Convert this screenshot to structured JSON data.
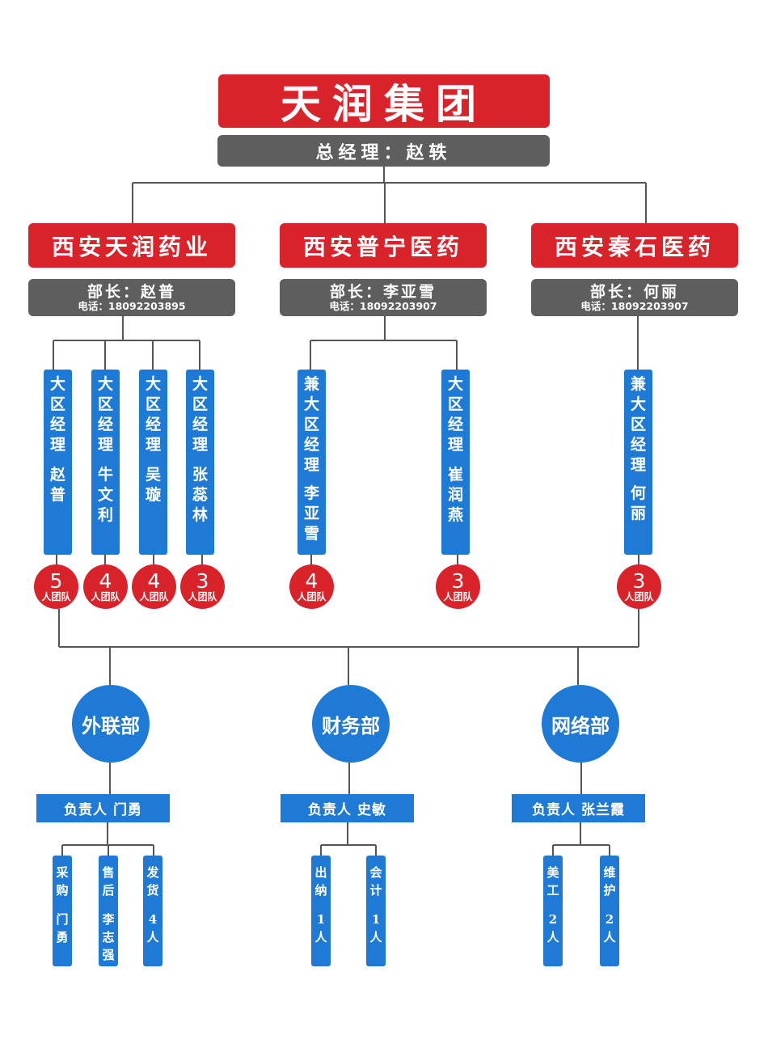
{
  "group": {
    "title": "天润集团",
    "gm_label": "总经理：",
    "gm_name": "赵轶"
  },
  "companies": [
    {
      "name": "西安天润药业",
      "head_label": "部长：",
      "head_name": "赵普",
      "phone_label": "电话：",
      "phone": "18092203895",
      "managers": [
        {
          "title": "大区经理",
          "name": "赵普",
          "count": "5",
          "unit": "人团队"
        },
        {
          "title": "大区经理",
          "name": "牛文利",
          "count": "4",
          "unit": "人团队"
        },
        {
          "title": "大区经理",
          "name": "吴璇",
          "count": "4",
          "unit": "人团队"
        },
        {
          "title": "大区经理",
          "name": "张蕊林",
          "count": "3",
          "unit": "人团队"
        }
      ]
    },
    {
      "name": "西安普宁医药",
      "head_label": "部长：",
      "head_name": "李亚雪",
      "phone_label": "电话：",
      "phone": "18092203907",
      "managers": [
        {
          "title": "兼大区经理",
          "name": "李亚雪",
          "count": "4",
          "unit": "人团队"
        },
        {
          "title": "大区经理",
          "name": "崔润燕",
          "count": "3",
          "unit": "人团队"
        }
      ]
    },
    {
      "name": "西安秦石医药",
      "head_label": "部长：",
      "head_name": "何丽",
      "phone_label": "电话：",
      "phone": "18092203907",
      "managers": [
        {
          "title": "兼大区经理",
          "name": "何丽",
          "count": "3",
          "unit": "人团队"
        }
      ]
    }
  ],
  "departments": [
    {
      "name": "外联部",
      "lead": "负责人  门勇",
      "units": [
        {
          "role": "采购",
          "who": "门勇"
        },
        {
          "role": "售后",
          "who": "李志强"
        },
        {
          "role": "发货",
          "who": "4人"
        }
      ]
    },
    {
      "name": "财务部",
      "lead": "负责人  史敏",
      "units": [
        {
          "role": "出纳",
          "who": "1人"
        },
        {
          "role": "会计",
          "who": "1人"
        }
      ]
    },
    {
      "name": "网络部",
      "lead": "负责人  张兰霞",
      "units": [
        {
          "role": "美工",
          "who": "2人"
        },
        {
          "role": "维护",
          "who": "2人"
        }
      ]
    }
  ],
  "colors": {
    "red": "#d9232a",
    "gray": "#5e5e5e",
    "blue": "#1f7ad6",
    "line": "#555555"
  }
}
